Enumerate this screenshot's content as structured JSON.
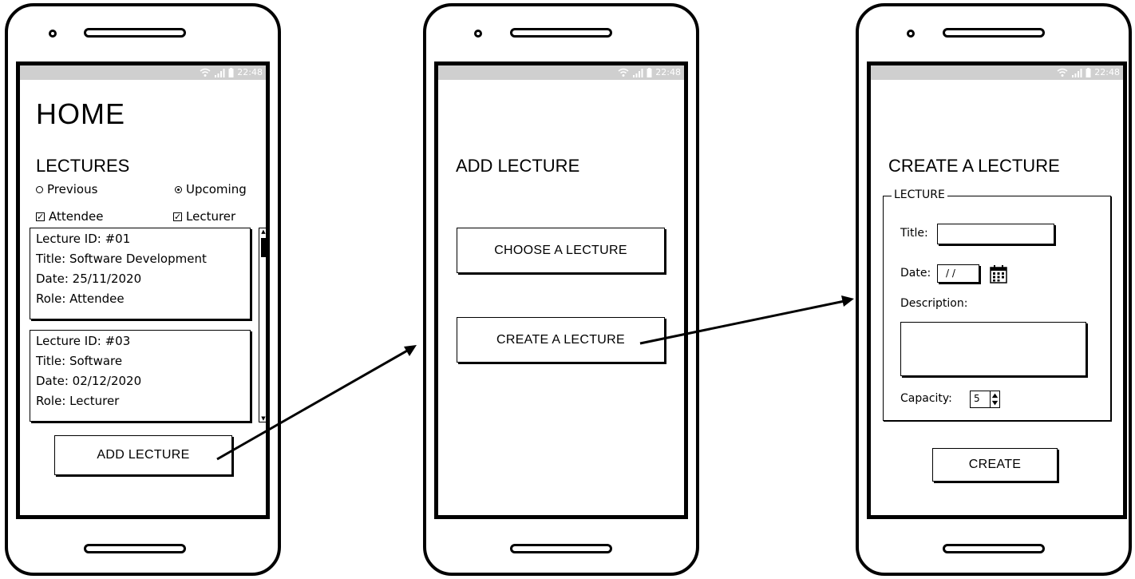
{
  "status_bar": {
    "time": "22:48"
  },
  "home": {
    "title": "HOME",
    "section": "LECTURES",
    "filters": {
      "previous": "Previous",
      "upcoming": "Upcoming",
      "attendee": "Attendee",
      "lecturer": "Lecturer"
    },
    "lectures": [
      {
        "id": "Lecture ID: #01",
        "title": "Title: Software Development",
        "date": "Date: 25/11/2020",
        "role": "Role: Attendee"
      },
      {
        "id": "Lecture ID: #03",
        "title": "Title: Software",
        "date": "Date: 02/12/2020",
        "role": "Role: Lecturer"
      }
    ],
    "add_button": "ADD LECTURE"
  },
  "add": {
    "title": "ADD LECTURE",
    "choose_button": "CHOOSE A LECTURE",
    "create_button": "CREATE A LECTURE"
  },
  "create": {
    "title": "CREATE A LECTURE",
    "group": "LECTURE",
    "title_label": "Title:",
    "date_label": "Date:",
    "date_value": "/ /",
    "description_label": "Description:",
    "capacity_label": "Capacity:",
    "capacity_value": "5",
    "create_button": "CREATE"
  }
}
